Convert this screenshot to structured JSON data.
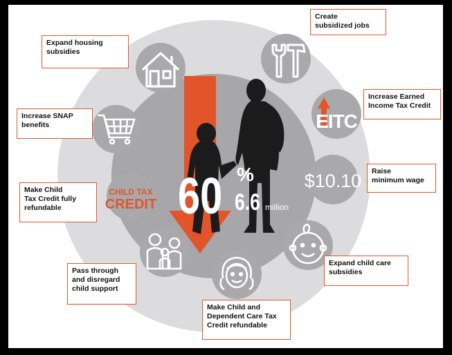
{
  "colors": {
    "accent": "#e2542a",
    "outer_ring": "#dcdcde",
    "inner_disc": "#a7a7aa",
    "icon_circle": "#a9a9ac",
    "silhouette": "#1b1b1b",
    "text_white": "#ffffff"
  },
  "center": {
    "percent_number": "60",
    "percent_sign": "%",
    "amount": "6.6",
    "unit": "million"
  },
  "labels": {
    "housing": [
      "Expand housing",
      "subsidies"
    ],
    "jobs": [
      "Create",
      "subsidized jobs"
    ],
    "snap": [
      "Increase SNAP",
      "benefits"
    ],
    "eitc": [
      "Increase Earned",
      "Income Tax Credit"
    ],
    "min_wage": [
      "Raise",
      "minimum wage"
    ],
    "child_tax_credit": [
      "Make Child",
      "Tax Credit fully",
      "refundable"
    ],
    "child_support": [
      "Pass through",
      "and disregard",
      "child support"
    ],
    "child_care": [
      "Expand child care",
      "subsidies"
    ],
    "dependent_care": [
      "Make Child and",
      "Dependent Care Tax",
      "Credit refundable"
    ]
  },
  "icon_text": {
    "eitc": "EITC",
    "min_wage": "$10.10",
    "child_tax_credit_line1": "CHILD TAX",
    "child_tax_credit_line2": "CREDIT"
  },
  "icons": [
    "house-icon",
    "tools-icon",
    "shopping-cart-icon",
    "eitc-arrow-icon",
    "minimum-wage-icon",
    "child-tax-credit-icon",
    "family-icon",
    "baby-face-icon",
    "girl-face-icon"
  ]
}
